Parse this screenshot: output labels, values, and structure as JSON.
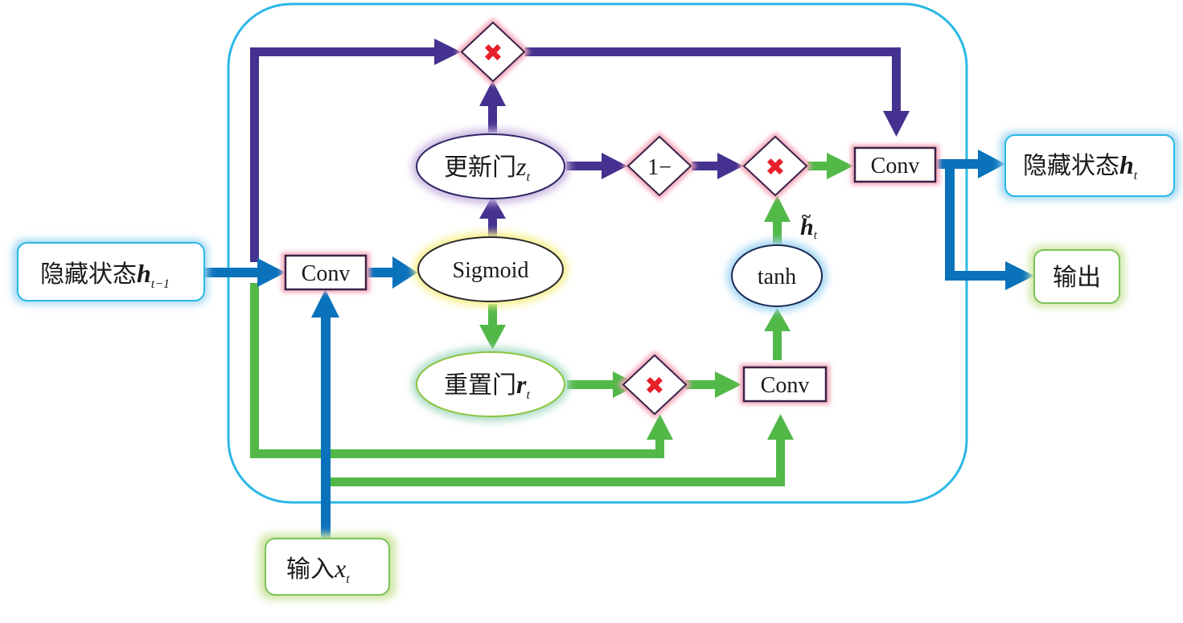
{
  "colors": {
    "cell_border": "#2ab8e6",
    "purple_path": "#45318f",
    "green_path": "#52b848",
    "blue_path": "#0a72bb",
    "op_node_glow": "#f4a6b8",
    "op_node_border": "#3a2346",
    "multiply_mark": "#e8202a",
    "io_blue_glow": "#9fd6f2",
    "io_green_glow": "#cfe6a6",
    "sigmoid_glow": "#f6f08a",
    "update_gate_glow": "#c8b4df",
    "reset_gate_glow": "#a9dcc4",
    "tanh_glow": "#9fd4f2"
  },
  "inputs": {
    "hidden_prev": {
      "text": "隐藏状态",
      "var": "h",
      "sub": "t−1"
    },
    "input_x": {
      "text": "输入",
      "var": "x",
      "sub": "t"
    }
  },
  "outputs": {
    "hidden_next": {
      "text": "隐藏状态",
      "var": "h",
      "sub": "t"
    },
    "output": {
      "text": "输出"
    }
  },
  "nodes": {
    "conv_input": "Conv",
    "sigmoid": "Sigmoid",
    "update_gate": {
      "text": "更新门",
      "var": "z",
      "sub": "t"
    },
    "reset_gate": {
      "text": "重置门",
      "var": "r",
      "sub": "t"
    },
    "one_minus": "1−",
    "tanh": "tanh",
    "conv_candidate": "Conv",
    "conv_output": "Conv",
    "multiply_symbol": "✖",
    "candidate_label": {
      "var": "h",
      "accent": "~",
      "sub": "t"
    }
  }
}
